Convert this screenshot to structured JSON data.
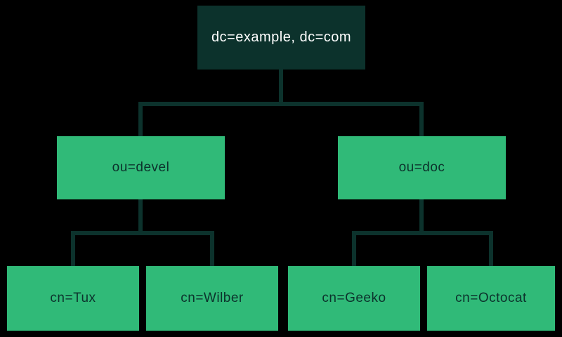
{
  "colors": {
    "background": "#000000",
    "dark_fill": "#0C322C",
    "green_fill": "#30BA78",
    "connector": "#0C322C",
    "text_on_dark": "#FFFFFF",
    "text_on_green": "#0C322C"
  },
  "diagram": {
    "type": "tree",
    "nodes": {
      "root": {
        "label": "dc=example, dc=com",
        "parent": null
      },
      "devel": {
        "label": "ou=devel",
        "parent": "dc=example, dc=com"
      },
      "doc": {
        "label": "ou=doc",
        "parent": "dc=example, dc=com"
      },
      "tux": {
        "label": "cn=Tux",
        "parent": "ou=devel"
      },
      "wilber": {
        "label": "cn=Wilber",
        "parent": "ou=devel"
      },
      "geeko": {
        "label": "cn=Geeko",
        "parent": "ou=doc"
      },
      "octocat": {
        "label": "cn=Octocat",
        "parent": "ou=doc"
      }
    }
  }
}
